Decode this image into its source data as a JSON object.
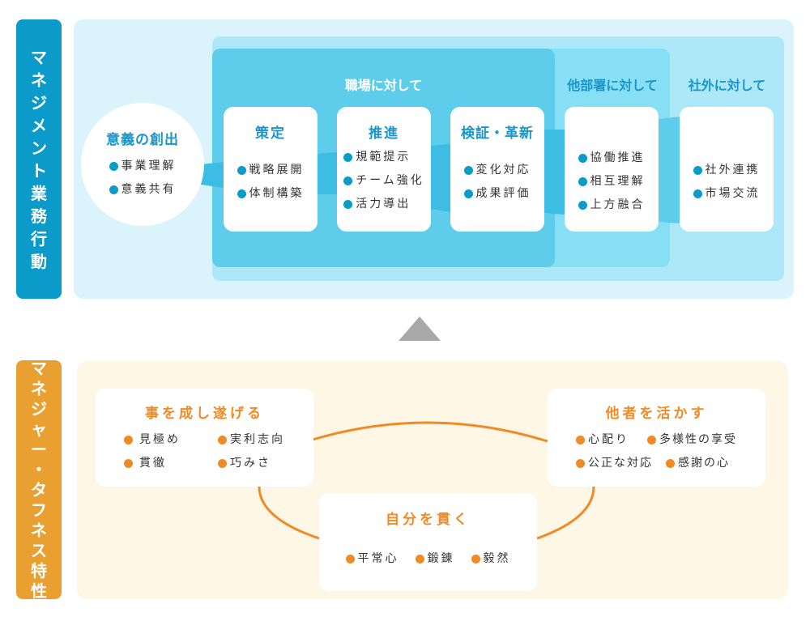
{
  "management_section": {
    "label": "マネジメント業務行動",
    "label_chars": [
      "マ",
      "ネ",
      "ジ",
      "メ",
      "ン",
      "ト",
      "業",
      "務",
      "行",
      "動"
    ],
    "origin": {
      "title": "意義の創出",
      "items": [
        "事業理解",
        "意義共有"
      ]
    },
    "groups": {
      "workplace": "職場に対して",
      "other_departments": "他部署に対して",
      "external": "社外に対して"
    },
    "cards": [
      {
        "title": "策定",
        "items": [
          "戦略展開",
          "体制構築"
        ]
      },
      {
        "title": "推進",
        "items": [
          "規範提示",
          "チーム強化",
          "活力導出"
        ]
      },
      {
        "title": "検証・革新",
        "items": [
          "変化対応",
          "成果評価"
        ]
      },
      {
        "title": "",
        "items": [
          "協働推進",
          "相互理解",
          "上方融合"
        ]
      },
      {
        "title": "",
        "items": [
          "社外連携",
          "市場交流"
        ]
      }
    ]
  },
  "toughness_section": {
    "label": "マネジャー・タフネス特性",
    "label_chars": [
      "マ",
      "ネ",
      "ジ",
      "ャ",
      "ー",
      "・",
      "タ",
      "フ",
      "ネ",
      "ス",
      "特",
      "性"
    ],
    "cards": [
      {
        "title": "事を成し遂げる",
        "rows": [
          [
            "見極め",
            "実利志向"
          ],
          [
            "貫徹",
            "巧みさ"
          ]
        ]
      },
      {
        "title": "他者を活かす",
        "rows": [
          [
            "心配り",
            "多様性の享受"
          ],
          [
            "公正な対応",
            "感謝の心"
          ]
        ]
      },
      {
        "title": "自分を貫く",
        "rows": [
          [
            "平常心",
            "鍛錬",
            "毅然"
          ]
        ]
      }
    ]
  },
  "colors": {
    "blue_accent": "#0a9bcb",
    "blue_title": "#1a96c9",
    "orange_accent": "#f08a24",
    "orange_label": "#e9a030",
    "arrow": "#a8a8a8"
  }
}
